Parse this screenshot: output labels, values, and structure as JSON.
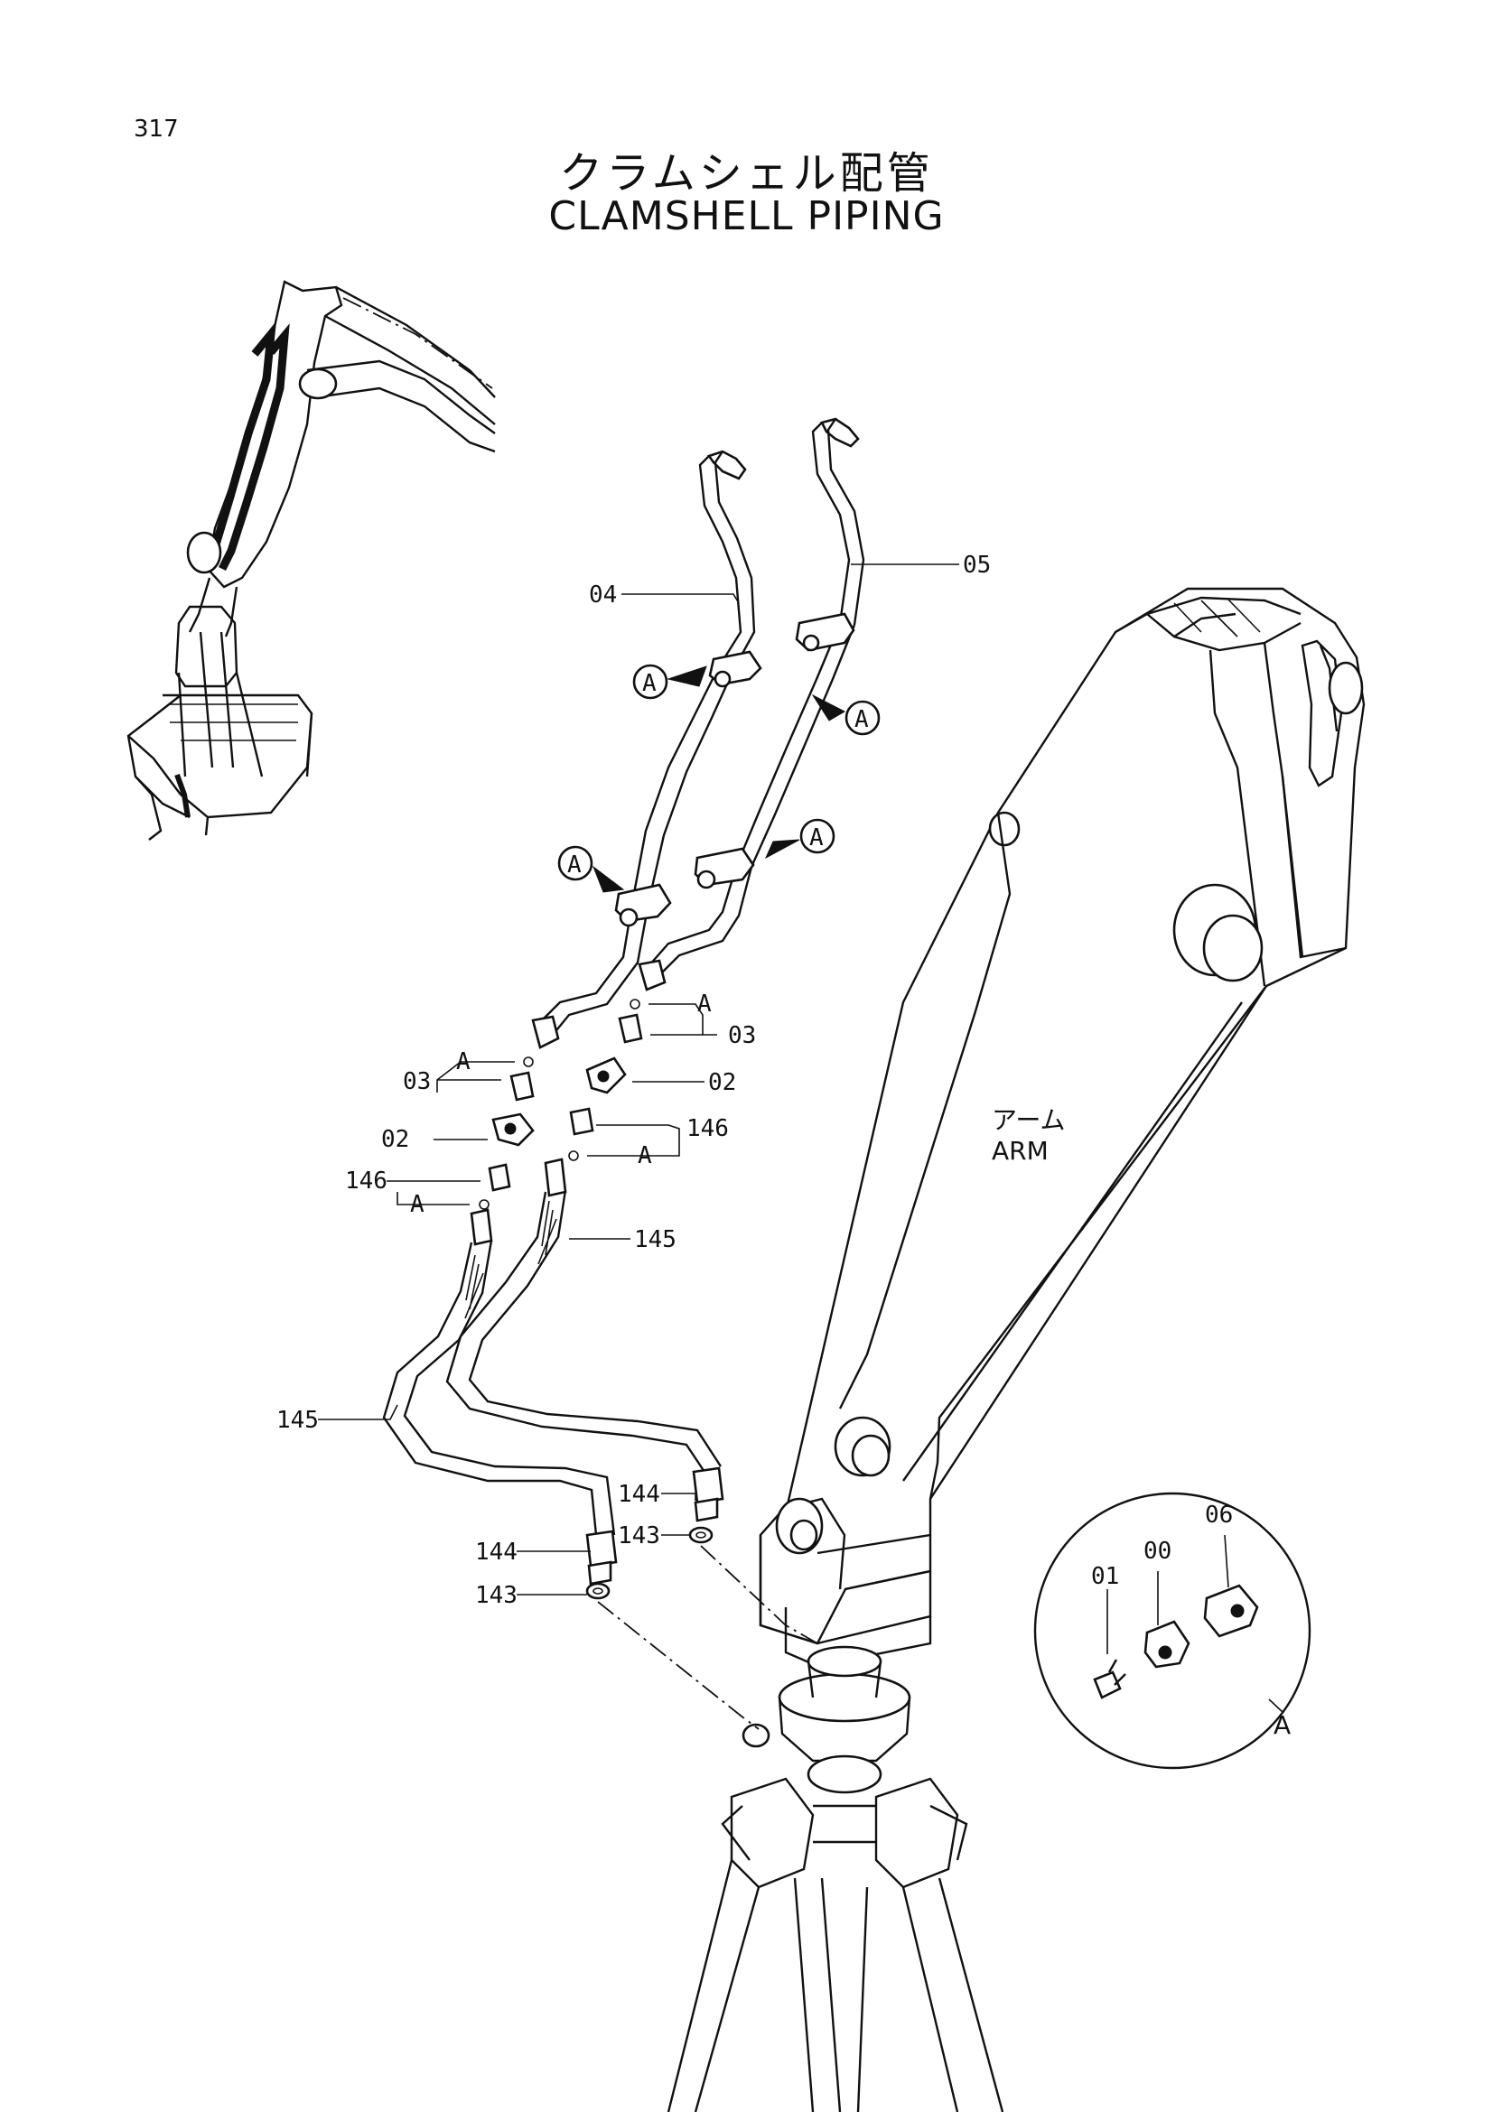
{
  "page": {
    "number": "317"
  },
  "title": {
    "japanese": "クラムシェル配管",
    "english": "CLAMSHELL PIPING"
  },
  "arm_label": {
    "japanese": "アーム",
    "english": "ARM"
  },
  "detail_label": "A",
  "callouts": {
    "pipe_left": "04",
    "pipe_right": "05",
    "clamp_marker": "A",
    "adapter_03_right": "03",
    "adapter_03_left": "03",
    "elbow_02_right": "02",
    "elbow_02_left": "02",
    "adapter_146_right": "146",
    "adapter_146_left": "146",
    "oring_a_top_right": "A",
    "oring_a_top_left": "A",
    "oring_a_bottom_right": "A",
    "oring_a_bottom_left": "A",
    "hose_145_right": "145",
    "hose_145_left": "145",
    "fitting_144_right": "144",
    "fitting_144_left": "144",
    "seal_143_right": "143",
    "seal_143_left": "143",
    "detail_bolt": "01",
    "detail_clamp_half": "00",
    "detail_clamp_block": "06"
  }
}
